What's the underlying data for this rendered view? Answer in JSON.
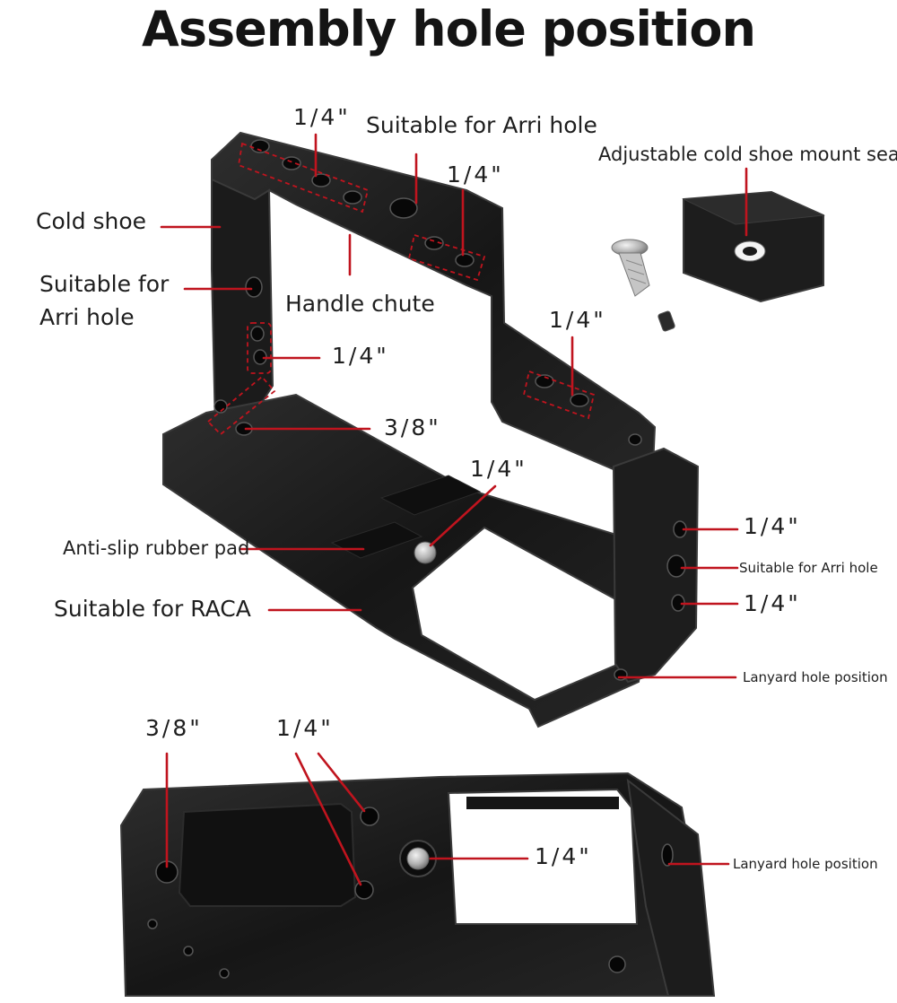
{
  "title": "Assembly hole position",
  "colors": {
    "accent": "#c0141e",
    "metal": "#1c1c1c",
    "edge": "#3a3a3a",
    "screw": "#b9b9b9"
  },
  "labels": {
    "top_quarter_1": "1/4\"",
    "top_arri": "Suitable for Arri hole",
    "top_quarter_2": "1/4\"",
    "cold_shoe_seat": "Adjustable cold shoe mount seat",
    "cold_shoe": "Cold shoe",
    "side_arri_line1": "Suitable for",
    "side_arri_line2": "Arri hole",
    "handle_chute": "Handle chute",
    "mid_quarter": "1/4\"",
    "left_quarter": "1/4\"",
    "three_eighths": "3/8\"",
    "base_quarter": "1/4\"",
    "right_quarter_top": "1/4\"",
    "right_arri": "Suitable for Arri hole",
    "right_quarter_bottom": "1/4\"",
    "anti_slip": "Anti-slip rubber pad",
    "raca": "Suitable for RACA",
    "lanyard_top": "Lanyard hole position",
    "bottom_three_eighths": "3/8\"",
    "bottom_quarter_a": "1/4\"",
    "bottom_quarter_b": "1/4\"",
    "lanyard_bottom": "Lanyard hole position"
  }
}
